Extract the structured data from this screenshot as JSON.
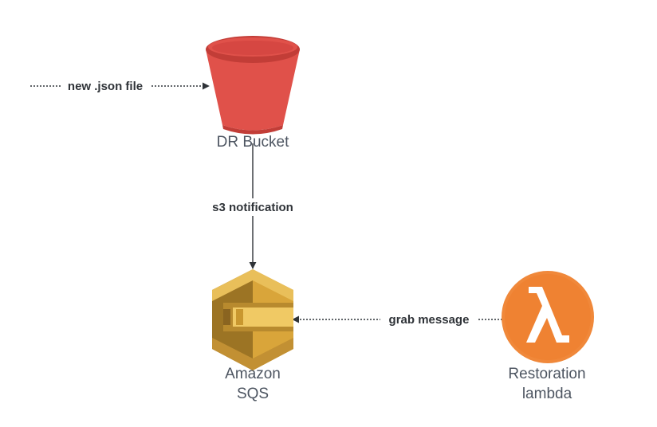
{
  "nodes": {
    "bucket": {
      "label": "DR Bucket",
      "icon": "s3-bucket-icon",
      "color": "#e0514a"
    },
    "sqs": {
      "label_line1": "Amazon",
      "label_line2": "SQS",
      "icon": "sqs-queue-icon",
      "color": "#d9a53a"
    },
    "lambda": {
      "label_line1": "Restoration",
      "label_line2": "lambda",
      "icon": "lambda-icon",
      "color": "#f0883a"
    }
  },
  "edges": {
    "upload": {
      "label": "new .json file",
      "style": "dotted"
    },
    "notification": {
      "label": "s3 notification",
      "style": "solid"
    },
    "grab": {
      "label": "grab message",
      "style": "dotted"
    }
  }
}
